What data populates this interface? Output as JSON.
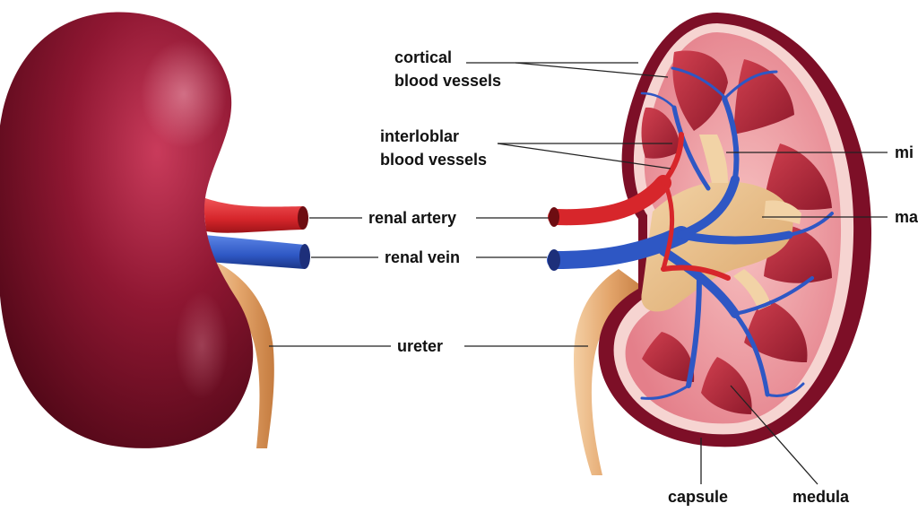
{
  "labels": {
    "cortical_line1": "cortical",
    "cortical_line2": "blood vessels",
    "interlobular_line1": "interloblar",
    "interlobular_line2": "blood vessels",
    "renal_artery": "renal artery",
    "renal_vein": "renal vein",
    "ureter": "ureter",
    "minor_calyx_partial": "mi",
    "major_calyx_partial": "ma",
    "capsule": "capsule",
    "medula": "medula"
  },
  "colors": {
    "kidney_outer": "#8f1732",
    "kidney_dark": "#4e0716",
    "kidney_highlight": "#e0607e",
    "cortex": "#e98a93",
    "capsule_ring": "#f6d4d1",
    "pyramid": "#b3263a",
    "pyramid_light": "#f2a8ae",
    "artery": "#d7262b",
    "vein": "#2e57c4",
    "ureter": "#e3a56b",
    "pelvis": "#e6b882"
  }
}
